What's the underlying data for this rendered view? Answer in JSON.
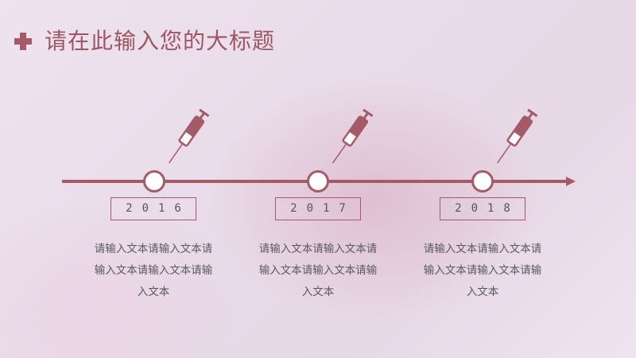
{
  "slide": {
    "title": "请在此输入您的大标题",
    "accent_color": "#a45a67",
    "icons": {
      "title_marker": "plus-icon",
      "milestone_marker": "syringe-icon",
      "timeline_end": "arrow-head-icon"
    }
  },
  "timeline": {
    "milestones": [
      {
        "year": "2016",
        "text": "请输入文本请输入文本请输入文本请输入文本请输入文本"
      },
      {
        "year": "2017",
        "text": "请输入文本请输入文本请输入文本请输入文本请输入文本"
      },
      {
        "year": "2018",
        "text": "请输入文本请输入文本请输入文本请输入文本请输入文本"
      }
    ]
  }
}
